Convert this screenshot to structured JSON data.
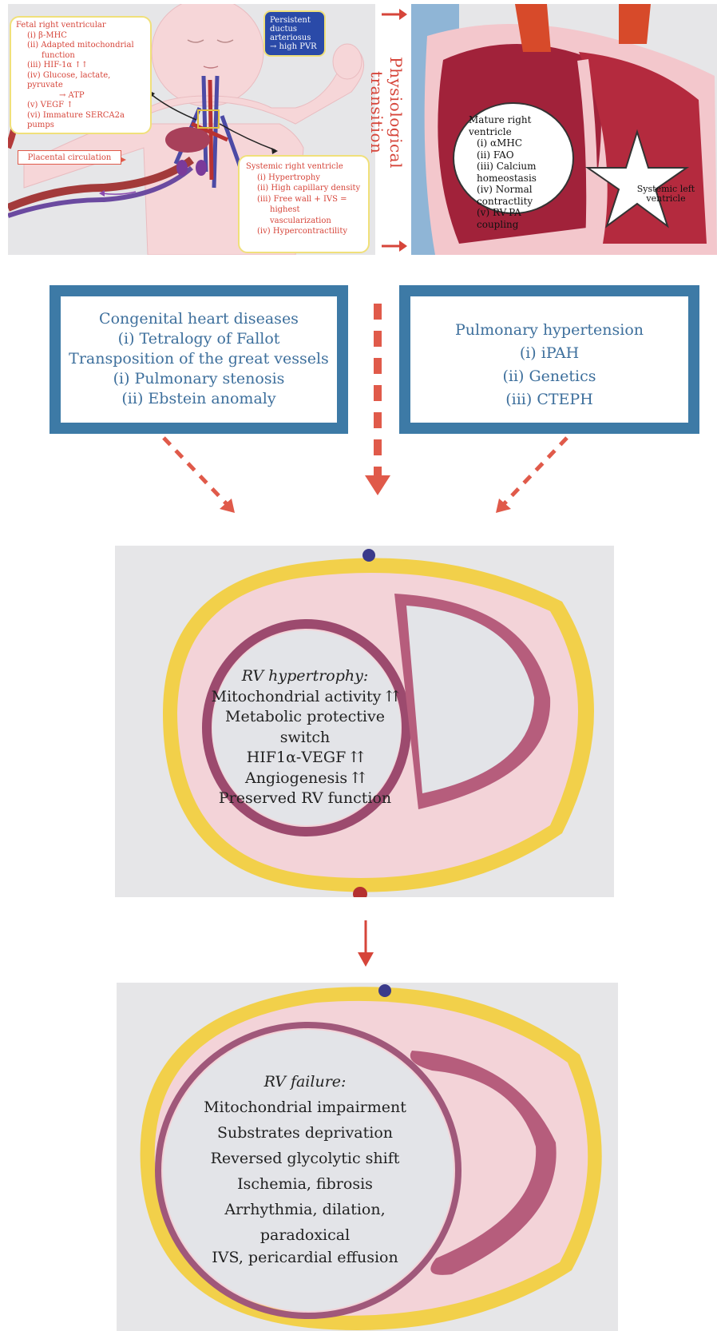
{
  "top_left": {
    "fetal_title": "Fetal right ventricular",
    "fetal_items": [
      "(i) β-MHC",
      "(ii) Adapted mitochondrial",
      "function",
      "(iii) HIF-1α ↑↑",
      "(iv) Glucose, lactate, pyruvate",
      "→ ATP",
      "(v) VEGF ↑",
      "(vi) Immature SERCA2a pumps"
    ],
    "ductus_lines": [
      "Persistent",
      "ductus",
      "arteriosus",
      "→ high PVR"
    ],
    "placental_label": "Placental circulation",
    "systemic_rv_title": "Systemic right ventricle",
    "systemic_rv_items": [
      "(i) Hypertrophy",
      "(ii) High capillary density",
      "(iii) Free wall + IVS =",
      "highest vascularization",
      "(iv) Hypercontractility"
    ]
  },
  "transition_label": "Physiological transition",
  "top_right": {
    "mature_title": "Mature right ventricle",
    "mature_items": [
      "(i) αMHC",
      "(ii) FAO",
      "(iii) Calcium homeostasis",
      "(iv) Normal contractlity",
      "(v) RV-PA coupling"
    ],
    "systemic_lv": "Systemic left ventricle"
  },
  "chd_box": {
    "lines": [
      "Congenital heart diseases",
      "(i) Tetralogy of Fallot",
      "Transposition of the great vessels",
      "(i) Pulmonary stenosis",
      "(ii) Ebstein anomaly"
    ]
  },
  "ph_box": {
    "lines": [
      "Pulmonary hypertension",
      "(i) iPAH",
      "(ii) Genetics",
      "(iii) CTEPH"
    ]
  },
  "hypertrophy": {
    "title": "RV hypertrophy:",
    "items": [
      "Mitochondrial activity ⇈",
      "Metabolic protective switch",
      "HIF1α-VEGF ⇈",
      "Angiogenesis ⇈",
      "Preserved RV function"
    ]
  },
  "failure": {
    "title": "RV failure:",
    "items": [
      "Mitochondrial impairment",
      "Substrates deprivation",
      "Reversed glycolytic shift",
      "Ischemia, fibrosis",
      "Arrhythmia, dilation, paradoxical",
      "IVS, pericardial effusion"
    ]
  },
  "colors": {
    "accent_red": "#d6453a",
    "box_blue": "#3d7aa6",
    "box_text": "#3d6f9c",
    "yellow_border": "#f0e07a"
  }
}
